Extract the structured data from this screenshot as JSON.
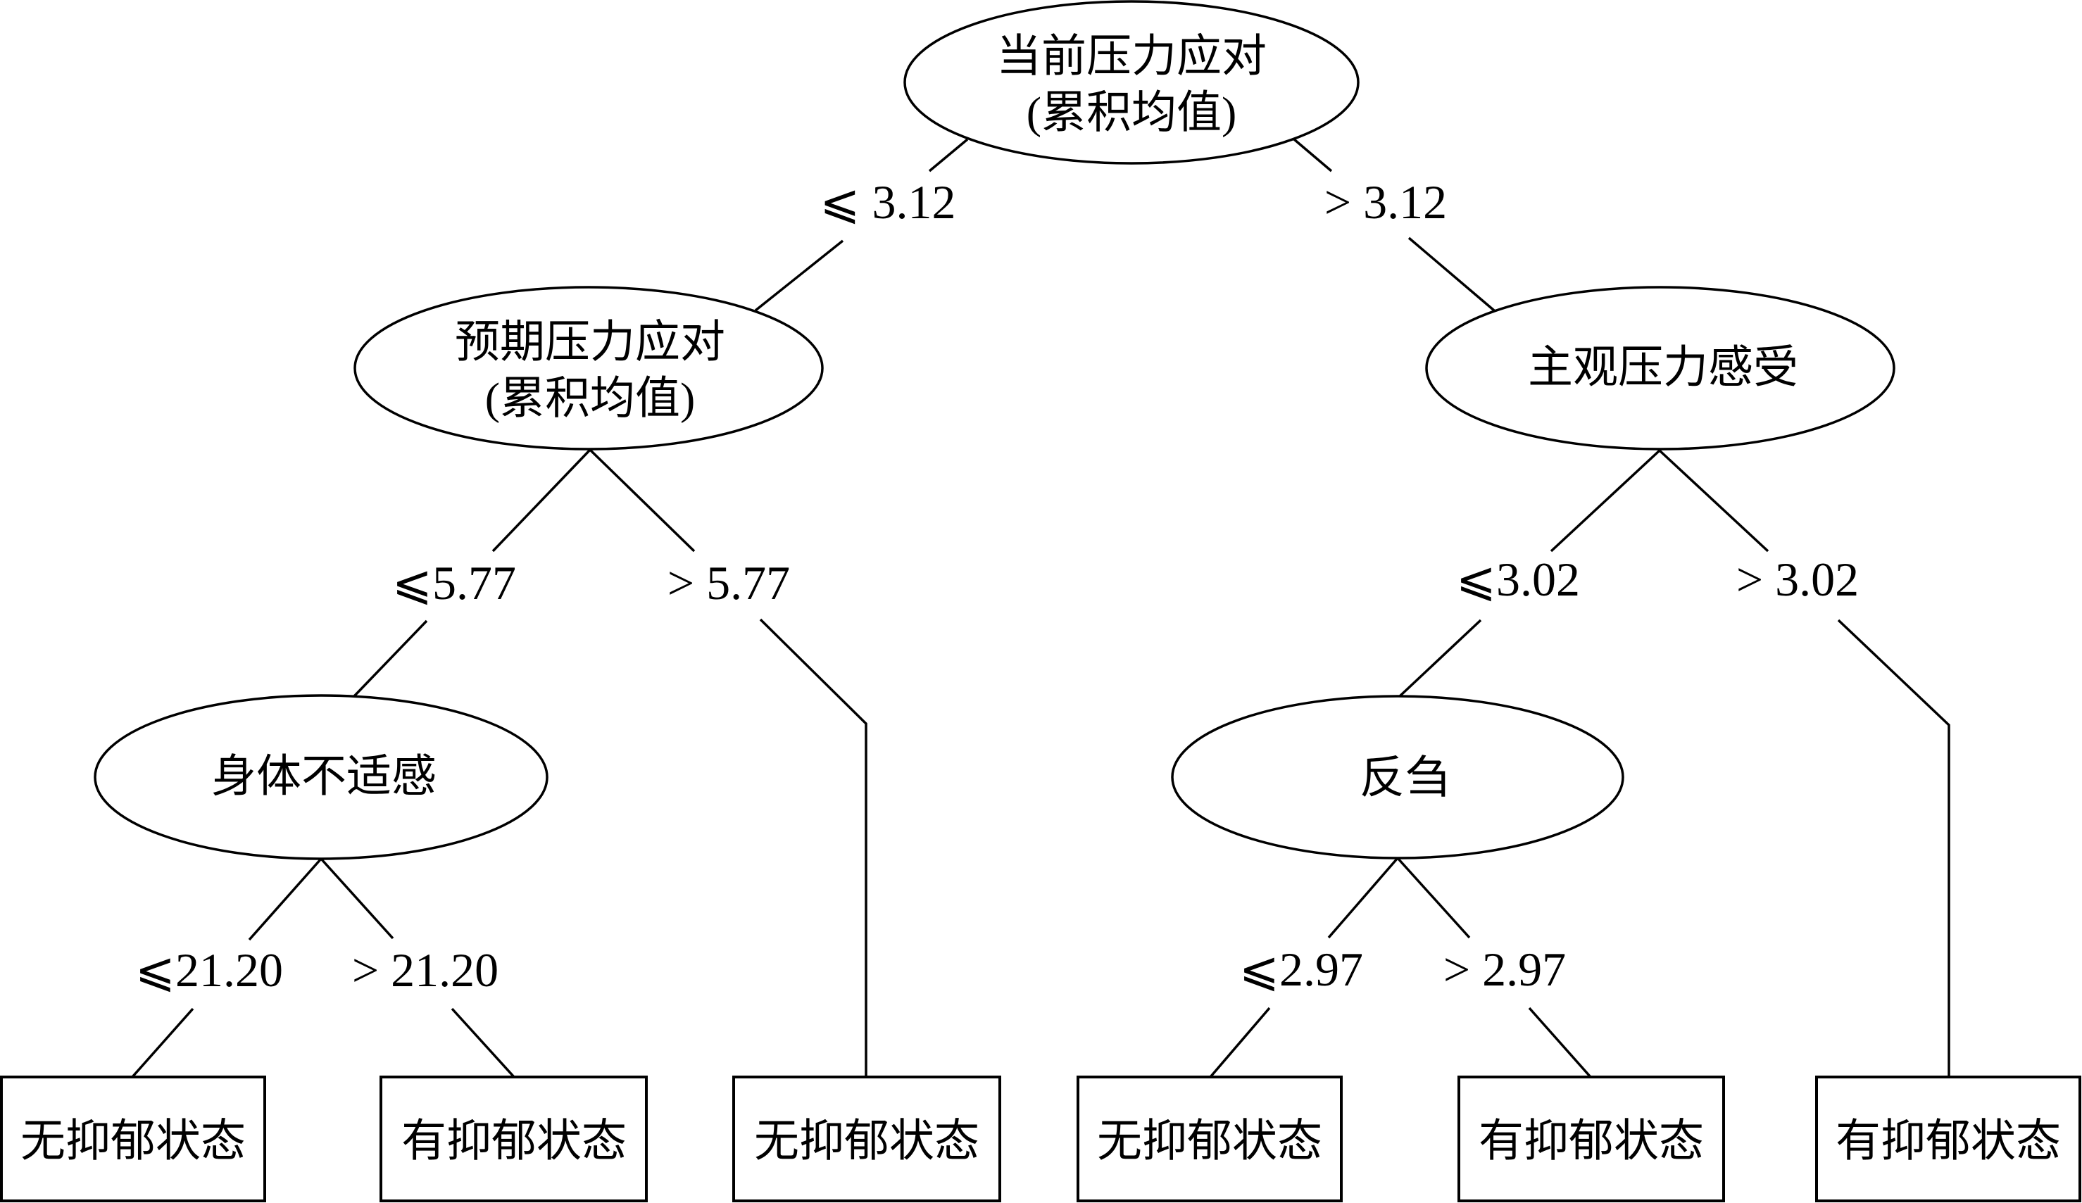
{
  "colors": {
    "stroke": "#000000",
    "background": "#ffffff"
  },
  "tree": {
    "label_lines": [
      "当前压力应对",
      "(累积均值)"
    ],
    "branches": [
      {
        "condition": "⩽ 3.12",
        "node": {
          "label_lines": [
            "预期压力应对",
            "(累积均值)"
          ],
          "branches": [
            {
              "condition": "⩽5.77",
              "node": {
                "label_lines": [
                  "身体不适感"
                ],
                "branches": [
                  {
                    "condition": "⩽21.20",
                    "leaf": "无抑郁状态"
                  },
                  {
                    "condition": "> 21.20",
                    "leaf": "有抑郁状态"
                  }
                ]
              }
            },
            {
              "condition": "> 5.77",
              "leaf": "无抑郁状态"
            }
          ]
        }
      },
      {
        "condition": "> 3.12",
        "node": {
          "label_lines": [
            "主观压力感受"
          ],
          "branches": [
            {
              "condition": "⩽3.02",
              "node": {
                "label_lines": [
                  "反刍"
                ],
                "branches": [
                  {
                    "condition": "⩽2.97",
                    "leaf": "无抑郁状态"
                  },
                  {
                    "condition": "> 2.97",
                    "leaf": "有抑郁状态"
                  }
                ]
              }
            },
            {
              "condition": "> 3.02",
              "leaf": "有抑郁状态"
            }
          ]
        }
      }
    ]
  }
}
